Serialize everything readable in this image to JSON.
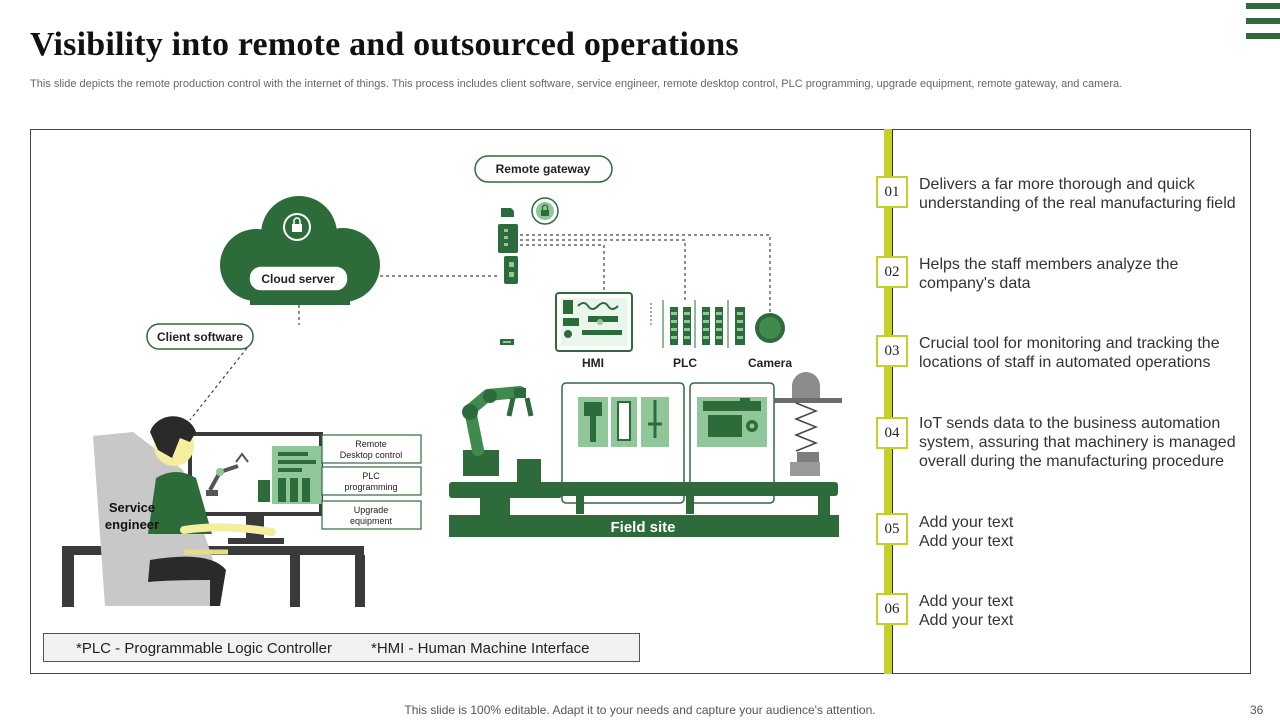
{
  "header": {
    "title": "Visibility into remote and outsourced operations",
    "subtitle": "This slide depicts the remote production control with the internet of things. This process includes client software, service engineer, remote desktop control, PLC programming, upgrade equipment, remote gateway, and camera."
  },
  "diagram": {
    "remote_gateway": "Remote gateway",
    "cloud_server": "Cloud server",
    "client_software": "Client software",
    "service_engineer_line1": "Service",
    "service_engineer_line2": "engineer",
    "hmi": "HMI",
    "plc": "PLC",
    "camera": "Camera",
    "field_site": "Field site",
    "remote_desktop_line1": "Remote",
    "remote_desktop_line2": "Desktop control",
    "plc_programming_line1": "PLC",
    "plc_programming_line2": "programming",
    "upgrade_line1": "Upgrade",
    "upgrade_line2": "equipment"
  },
  "steps": [
    {
      "num": "01",
      "text": "Delivers a far more thorough and quick understanding of the real manufacturing field"
    },
    {
      "num": "02",
      "text": "Helps the staff members analyze the company's data"
    },
    {
      "num": "03",
      "text": "Crucial tool for monitoring and tracking the locations of staff in automated operations"
    },
    {
      "num": "04",
      "text": "IoT sends data to the business automation system, assuring that machinery is managed overall during the manufacturing procedure"
    },
    {
      "num": "05",
      "text": "Add your text Add your text"
    },
    {
      "num": "06",
      "text": "Add your text Add your text"
    }
  ],
  "footnotes": {
    "plc": "*PLC - Programmable Logic Controller",
    "hmi": "*HMI - Human Machine Interface"
  },
  "footer": {
    "note": "This slide is 100% editable. Adapt it to your needs and capture your audience's attention.",
    "page": "36"
  },
  "colors": {
    "dark_green": "#2e6b3a",
    "light_green": "#8fc79a",
    "accent_yellow": "#c5d12a"
  }
}
